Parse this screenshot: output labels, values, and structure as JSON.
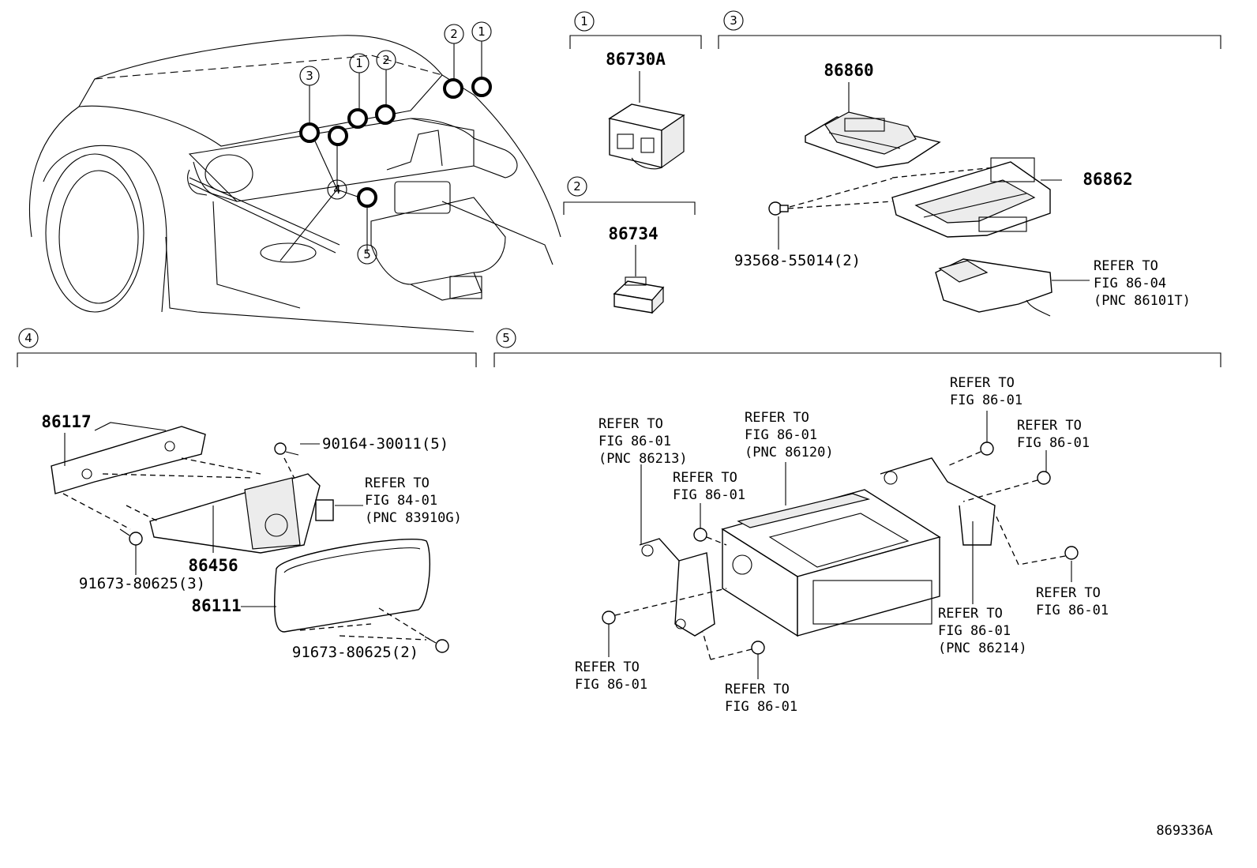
{
  "sections": {
    "s1": {
      "num": "1"
    },
    "s2": {
      "num": "2"
    },
    "s3": {
      "num": "3"
    },
    "s4": {
      "num": "4"
    },
    "s5": {
      "num": "5"
    }
  },
  "overview": {
    "callouts": [
      "3",
      "1",
      "2",
      "2",
      "1",
      "4",
      "5"
    ]
  },
  "parts": {
    "p86730A": "86730A",
    "p86734": "86734",
    "p86860": "86860",
    "p86862": "86862",
    "p93568": "93568-55014(2)",
    "p86117": "86117",
    "p90164": "90164-30011(5)",
    "p86456": "86456",
    "p91673a": "91673-80625(3)",
    "p86111": "86111",
    "p91673b": "91673-80625(2)"
  },
  "refs": {
    "r_s3": [
      "REFER TO",
      "FIG 86-04",
      "(PNC 86101T)"
    ],
    "r_s4": [
      "REFER TO",
      "FIG 84-01",
      "(PNC 83910G)"
    ],
    "r_a": [
      "REFER TO",
      "FIG 86-01",
      "(PNC 86213)"
    ],
    "r_b": [
      "REFER TO",
      "FIG 86-01",
      "(PNC 86120)"
    ],
    "r_c": [
      "REFER TO",
      "FIG 86-01"
    ],
    "r_d": [
      "REFER TO",
      "FIG 86-01"
    ],
    "r_e": [
      "REFER TO",
      "FIG 86-01"
    ],
    "r_f": [
      "REFER TO",
      "FIG 86-01"
    ],
    "r_g": [
      "REFER TO",
      "FIG 86-01",
      "(PNC 86214)"
    ],
    "r_h": [
      "REFER TO",
      "FIG 86-01"
    ],
    "r_i": [
      "REFER TO",
      "FIG 86-01"
    ]
  },
  "figure_id": "869336A"
}
